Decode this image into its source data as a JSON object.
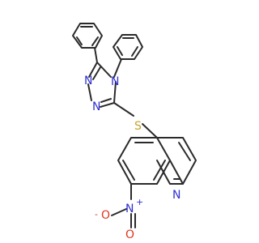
{
  "molecule": {
    "atoms": {
      "n_triazole_1": "N",
      "n_triazole_2": "N",
      "n_triazole_4": "N",
      "sulfur": "S",
      "n_quinoline": "N",
      "n_nitro": "N",
      "n_nitro_charge": "+",
      "o_nitro_top": "O",
      "o_nitro_bottom": "O",
      "o_nitro_charge": "-"
    },
    "colors": {
      "bond": "#2a2a2a",
      "nitrogen": "#2f2fd1",
      "sulfur": "#c9a227",
      "oxygen": "#e0341d"
    }
  }
}
